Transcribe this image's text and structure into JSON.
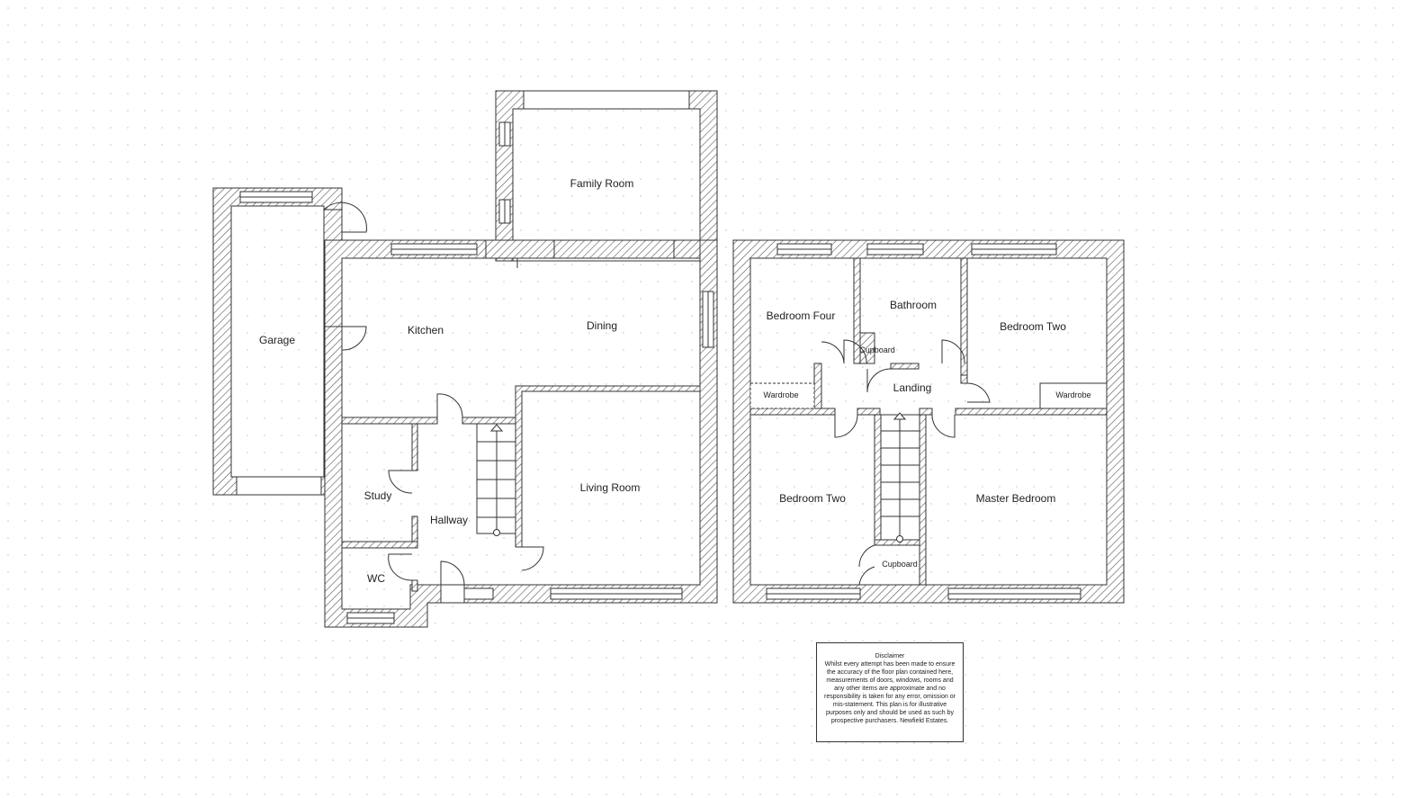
{
  "rooms": {
    "family_room": "Family Room",
    "dining": "Dining",
    "kitchen": "Kitchen",
    "garage": "Garage",
    "living_room": "Living Room",
    "study": "Study",
    "hallway": "Hallway",
    "wc": "WC",
    "bedroom_four": "Bedroom Four",
    "bathroom": "Bathroom",
    "bedroom_two_rear": "Bedroom Two",
    "cupboard_upper": "Cupboard",
    "landing": "Landing",
    "wardrobe_left": "Wardrobe",
    "wardrobe_right": "Wardrobe",
    "bedroom_two_front": "Bedroom Two",
    "master_bedroom": "Master Bedroom",
    "cupboard_lower": "Cupboard"
  },
  "disclaimer": {
    "title": "Disclaimer",
    "text": "Whilst every attempt has been made to ensure the accuracy of the floor plan contained here, measurements of doors, windows, rooms and any other items are approximate and no responsibility is taken for any error, omission or mis-statement. This plan is for illustrative purposes only and should be used as such by prospective purchasers. Newfield Estates."
  },
  "colors": {
    "wall": "#333333",
    "hatch": "#555555",
    "grid_dot": "#d0d0d0"
  }
}
